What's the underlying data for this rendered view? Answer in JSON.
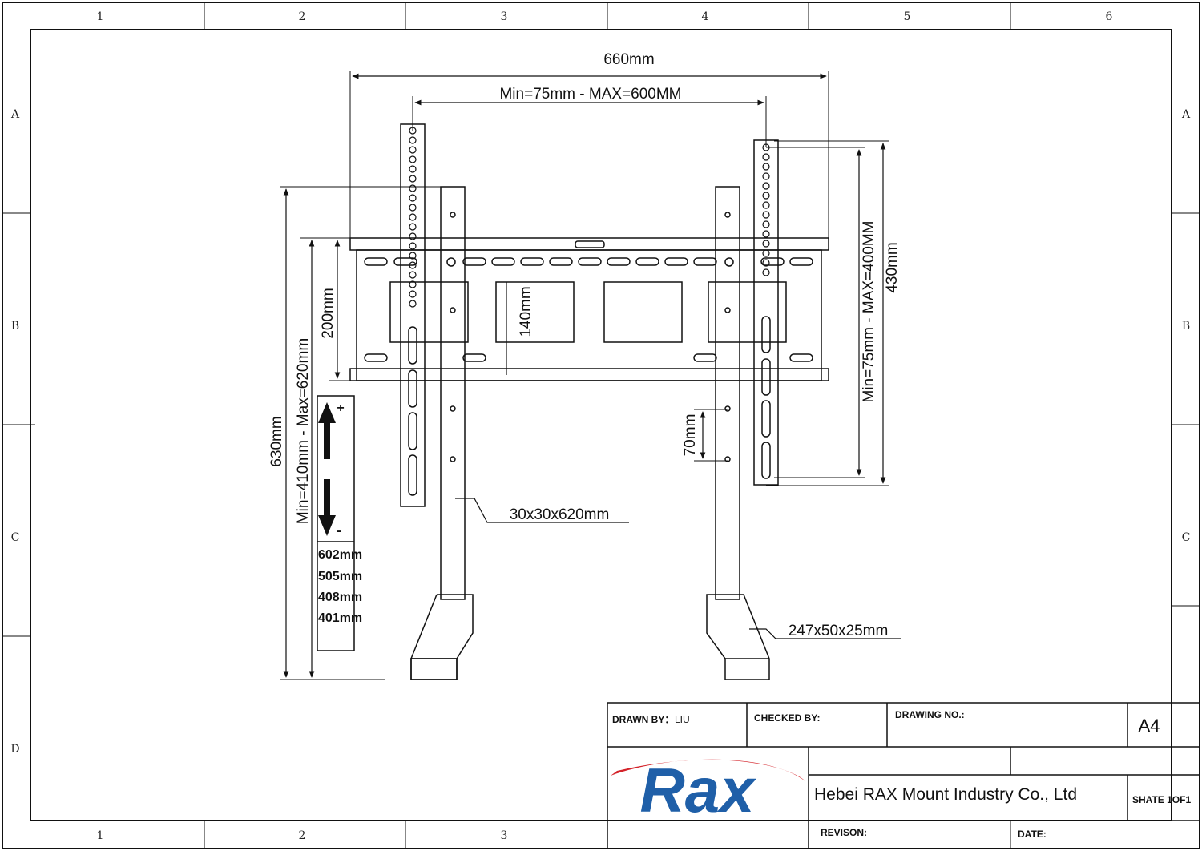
{
  "drawing": {
    "dimensions": {
      "overall_width": "660mm",
      "vesa_width": "Min=75mm - MAX=600MM",
      "vesa_height": "Min=75mm - MAX=400MM",
      "arm_height": "430mm",
      "plate_height": "200mm",
      "slot_height": "140mm",
      "total_height": "630mm",
      "adjustable_height": "Min=410mm - Max=620mm",
      "hole_spacing": "70mm",
      "pole_size": "30x30x620mm",
      "base_size": "247x50x25mm"
    },
    "height_panel": {
      "plus_sign": "+",
      "minus_sign": "-",
      "positions": [
        "602mm",
        "505mm",
        "408mm",
        "401mm"
      ]
    },
    "grid": {
      "columns": [
        "1",
        "2",
        "3",
        "4",
        "5",
        "6"
      ],
      "rows": [
        "A",
        "B",
        "C",
        "D"
      ]
    }
  },
  "title_block": {
    "drawn_by_label": "DRAWN BY：",
    "drawn_by_value": "LIU",
    "checked_by_label": "CHECKED BY:",
    "drawing_no_label": "DRAWING NO.:",
    "paper_size": "A4",
    "logo_text": "Rax",
    "company": "Hebei RAX Mount Industry Co., Ltd",
    "sheet": "SHATE 1OF1",
    "revision_label": "REVISON:",
    "date_label": "DATE:"
  },
  "colors": {
    "line": "#111111",
    "logo_blue": "#1f5fa8",
    "logo_red": "#d4232a"
  }
}
